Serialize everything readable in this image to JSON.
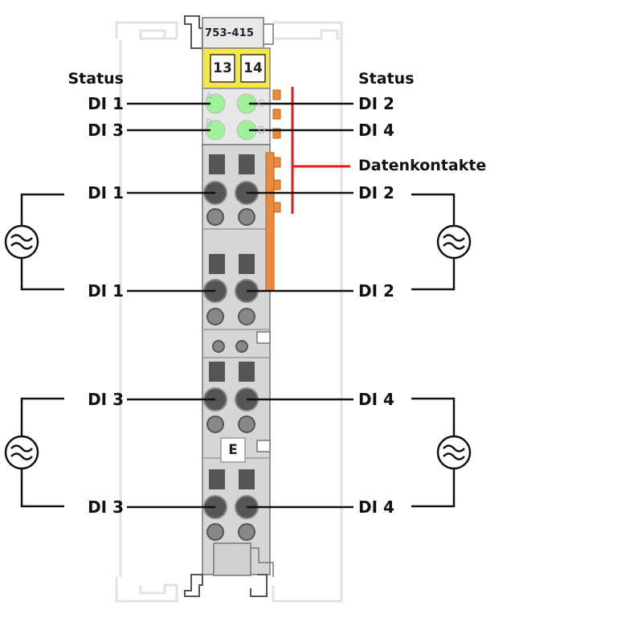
{
  "module": {
    "part_number": "753-415",
    "channel_markers": [
      "13",
      "14"
    ],
    "marker_label": "E",
    "led_letters": [
      "A",
      "B",
      "C",
      "D"
    ]
  },
  "labels": {
    "status_left": "Status",
    "status_right": "Status",
    "datenkontakte": "Datenkontakte",
    "led_di1": "DI 1",
    "led_di3": "DI 3",
    "led_di2": "DI 2",
    "led_di4": "DI 4",
    "term_di1_a": "DI 1",
    "term_di1_b": "DI 1",
    "term_di2_a": "DI 2",
    "term_di2_b": "DI 2",
    "term_di3_a": "DI 3",
    "term_di3_b": "DI 3",
    "term_di4_a": "DI 4",
    "term_di4_b": "DI 4"
  },
  "colors": {
    "housing": "#d6d6d6",
    "marker_carrier": "#f7e84a",
    "led_green": "#9ef29a",
    "data_contact": "#e98a3c",
    "datenkontakte_line": "#e41b1b",
    "terminal_dark": "#555555",
    "wire": "#111111"
  }
}
